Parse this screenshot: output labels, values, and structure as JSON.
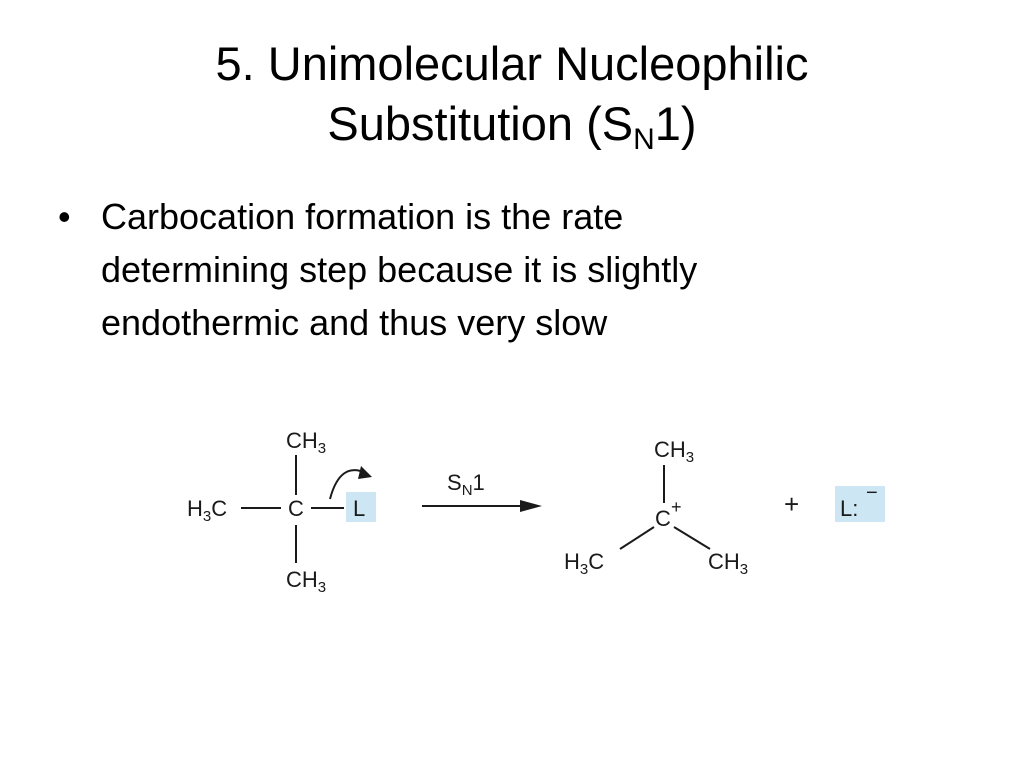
{
  "slide": {
    "title_line1": "5. Unimolecular Nucleophilic",
    "title_line2_prefix": "Substitution (S",
    "title_line2_sub": "N",
    "title_line2_suffix": "1)",
    "bullets": [
      {
        "marker": "•",
        "lines": [
          "Carbocation formation is the rate",
          "determining step because it is slightly",
          "endothermic and thus very slow"
        ]
      }
    ]
  },
  "reaction": {
    "reactant": {
      "top_group": "CH",
      "top_sub": "3",
      "left_group_a": "H",
      "left_sub": "3",
      "left_group_b": "C",
      "center": "C",
      "leaving": "L",
      "bottom_group": "CH",
      "bottom_sub": "3"
    },
    "arrow_label": "S",
    "arrow_label_sub": "N",
    "arrow_label_suffix": "1",
    "product": {
      "top_group": "CH",
      "top_sub": "3",
      "center": "C",
      "charge": "+",
      "left_group_a": "H",
      "left_sub": "3",
      "left_group_b": "C",
      "right_group": "CH",
      "right_sub": "3"
    },
    "plus": "+",
    "anion": {
      "symbol": "L:",
      "charge": "−"
    },
    "colors": {
      "highlight": "#cde6f4",
      "ink": "#1a1a1a"
    }
  }
}
